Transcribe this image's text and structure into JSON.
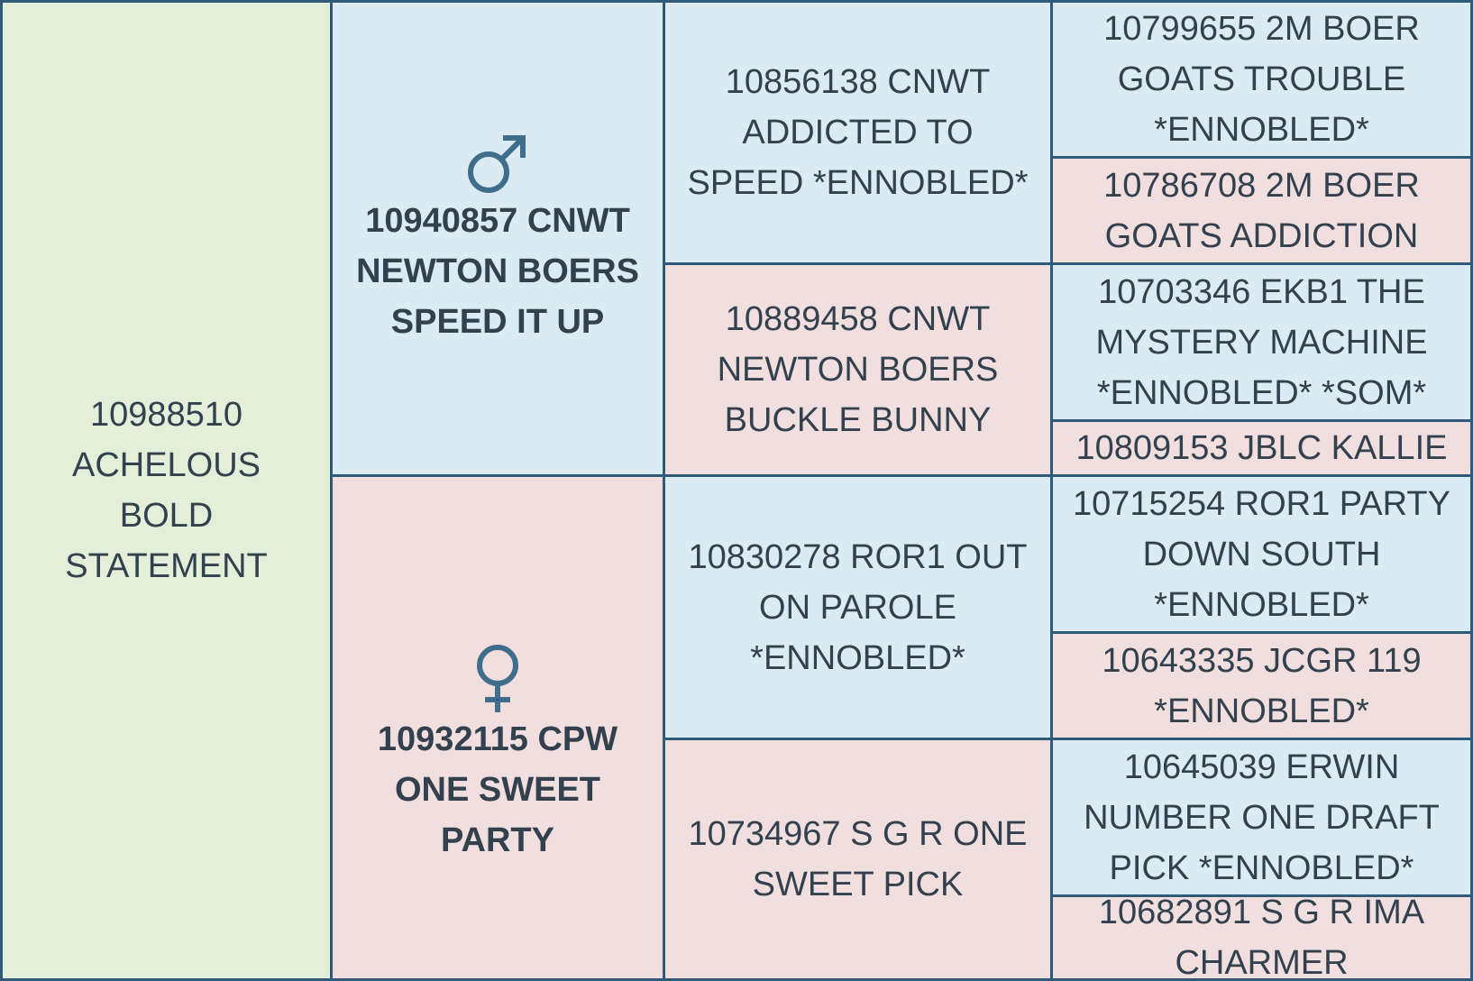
{
  "colors": {
    "male_bg": "#dbeaf3",
    "female_bg": "#f1dfe0",
    "subject_bg": "#e3efd9",
    "border": "#2f5a7a",
    "text": "#33414f"
  },
  "subject": {
    "name": "10988510 ACHELOUS BOLD STATEMENT"
  },
  "sire": {
    "icon": "male-symbol-icon",
    "name": "10940857 CNWT NEWTON BOERS SPEED IT UP"
  },
  "dam": {
    "icon": "female-symbol-icon",
    "name": "10932115 CPW ONE SWEET PARTY"
  },
  "grandparents": {
    "sire_sire": "10856138 CNWT ADDICTED TO SPEED *ENNOBLED*",
    "sire_dam": "10889458 CNWT NEWTON BOERS BUCKLE BUNNY",
    "dam_sire": "10830278 ROR1 OUT ON PAROLE *ENNOBLED*",
    "dam_dam": "10734967 S G R ONE SWEET PICK"
  },
  "great_grandparents": [
    "10799655 2M BOER GOATS TROUBLE *ENNOBLED*",
    "10786708 2M BOER GOATS ADDICTION",
    "10703346 EKB1 THE MYSTERY MACHINE *ENNOBLED* *SOM*",
    "10809153 JBLC KALLIE",
    "10715254 ROR1 PARTY DOWN SOUTH *ENNOBLED*",
    "10643335 JCGR 119 *ENNOBLED*",
    "10645039 ERWIN NUMBER ONE DRAFT PICK *ENNOBLED*",
    "10682891 S G R IMA CHARMER"
  ]
}
